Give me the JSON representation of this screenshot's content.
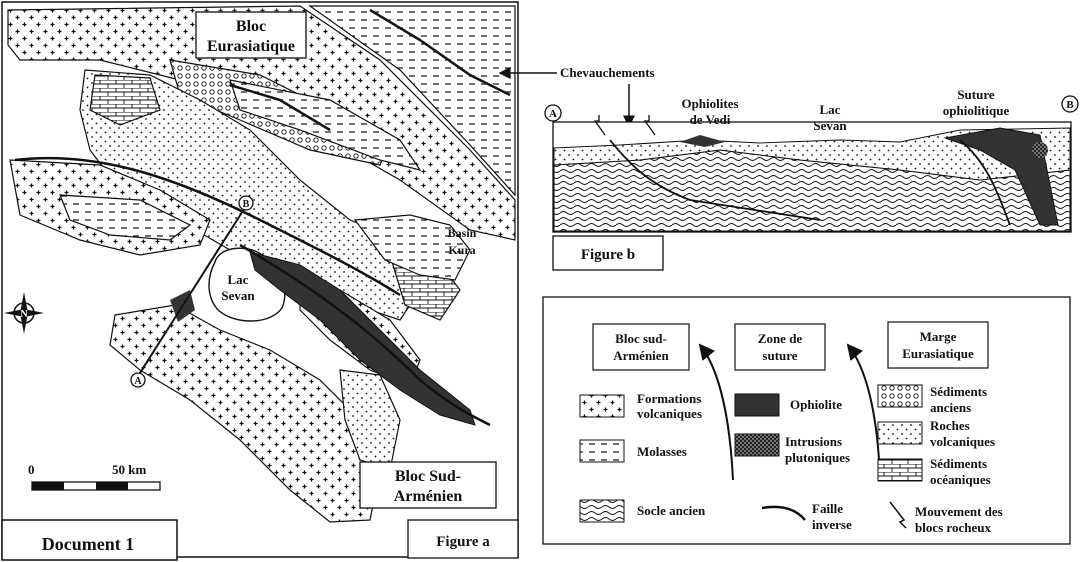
{
  "map": {
    "bloc_eurasiatique": [
      "Bloc",
      "Eurasiatique"
    ],
    "chevauchements": "Chevauchements",
    "basin_kura": [
      "Basin",
      "Kura"
    ],
    "lac_sevan": [
      "Lac",
      "Sevan"
    ],
    "bloc_sud_armenien": [
      "Bloc Sud-",
      "Arménien"
    ],
    "scale_zero": "0",
    "scale_km": "50 km",
    "point_a": "A",
    "point_b": "B",
    "north": "N",
    "document_label": "Document 1",
    "figure_label": "Figure a"
  },
  "section": {
    "point_a": "A",
    "point_b": "B",
    "ophiolites_vedi": [
      "Ophiolites",
      "de Vedi"
    ],
    "lac_sevan": [
      "Lac",
      "Sevan"
    ],
    "suture": [
      "Suture",
      "ophiolitique"
    ],
    "figure_label": "Figure b"
  },
  "legend": {
    "col1_title": [
      "Bloc sud-",
      "Arménien"
    ],
    "col2_title": [
      "Zone de",
      "suture"
    ],
    "col3_title": [
      "Marge",
      "Eurasiatique"
    ],
    "formations": [
      "Formations",
      "volcaniques"
    ],
    "molasses": "Molasses",
    "socle": "Socle ancien",
    "ophiolite": "Ophiolite",
    "intrusions": [
      "Intrusions",
      "plutoniques"
    ],
    "faille": [
      "Faille",
      "inverse"
    ],
    "sediments_anciens": [
      "Sédiments",
      "anciens"
    ],
    "roches_volcaniques": [
      "Roches",
      "volcaniques"
    ],
    "sediments_oceaniques": [
      "Sédiments",
      "océaniques"
    ],
    "mouvement": [
      "Mouvement des",
      "blocs rocheux"
    ]
  },
  "colors": {
    "ink": "#111111",
    "ophiolite": "#333333",
    "paper": "#ffffff"
  }
}
